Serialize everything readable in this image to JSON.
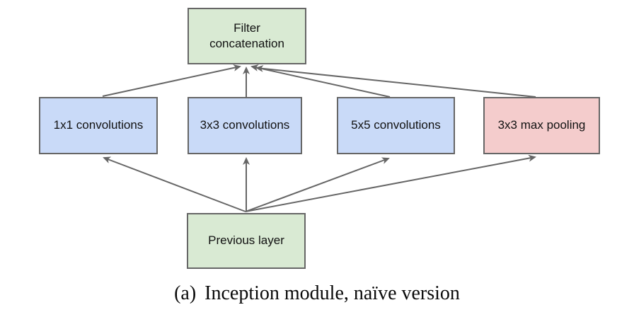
{
  "diagram": {
    "title": "Inception module diagram",
    "nodes": {
      "filter_concat": {
        "label": "Filter\nconcatenation",
        "fill": "#d9ead3"
      },
      "conv1": {
        "label": "1x1 convolutions",
        "fill": "#c9daf8"
      },
      "conv3": {
        "label": "3x3 convolutions",
        "fill": "#c9daf8"
      },
      "conv5": {
        "label": "5x5 convolutions",
        "fill": "#c9daf8"
      },
      "maxpool": {
        "label": "3x3 max pooling",
        "fill": "#f4cccc"
      },
      "prev": {
        "label": "Previous layer",
        "fill": "#d9ead3"
      }
    },
    "edges": [
      "prev -> conv1",
      "prev -> conv3",
      "prev -> conv5",
      "prev -> maxpool",
      "conv1 -> filter_concat",
      "conv3 -> filter_concat",
      "conv5 -> filter_concat",
      "maxpool -> filter_concat"
    ],
    "colors": {
      "green_fill": "#d9ead3",
      "blue_fill": "#c9daf8",
      "red_fill": "#f4cccc",
      "node_border": "#666666",
      "arrow": "#666666",
      "background": "#ffffff"
    }
  },
  "caption": {
    "index": "(a)",
    "text": "Inception module, naïve version"
  }
}
